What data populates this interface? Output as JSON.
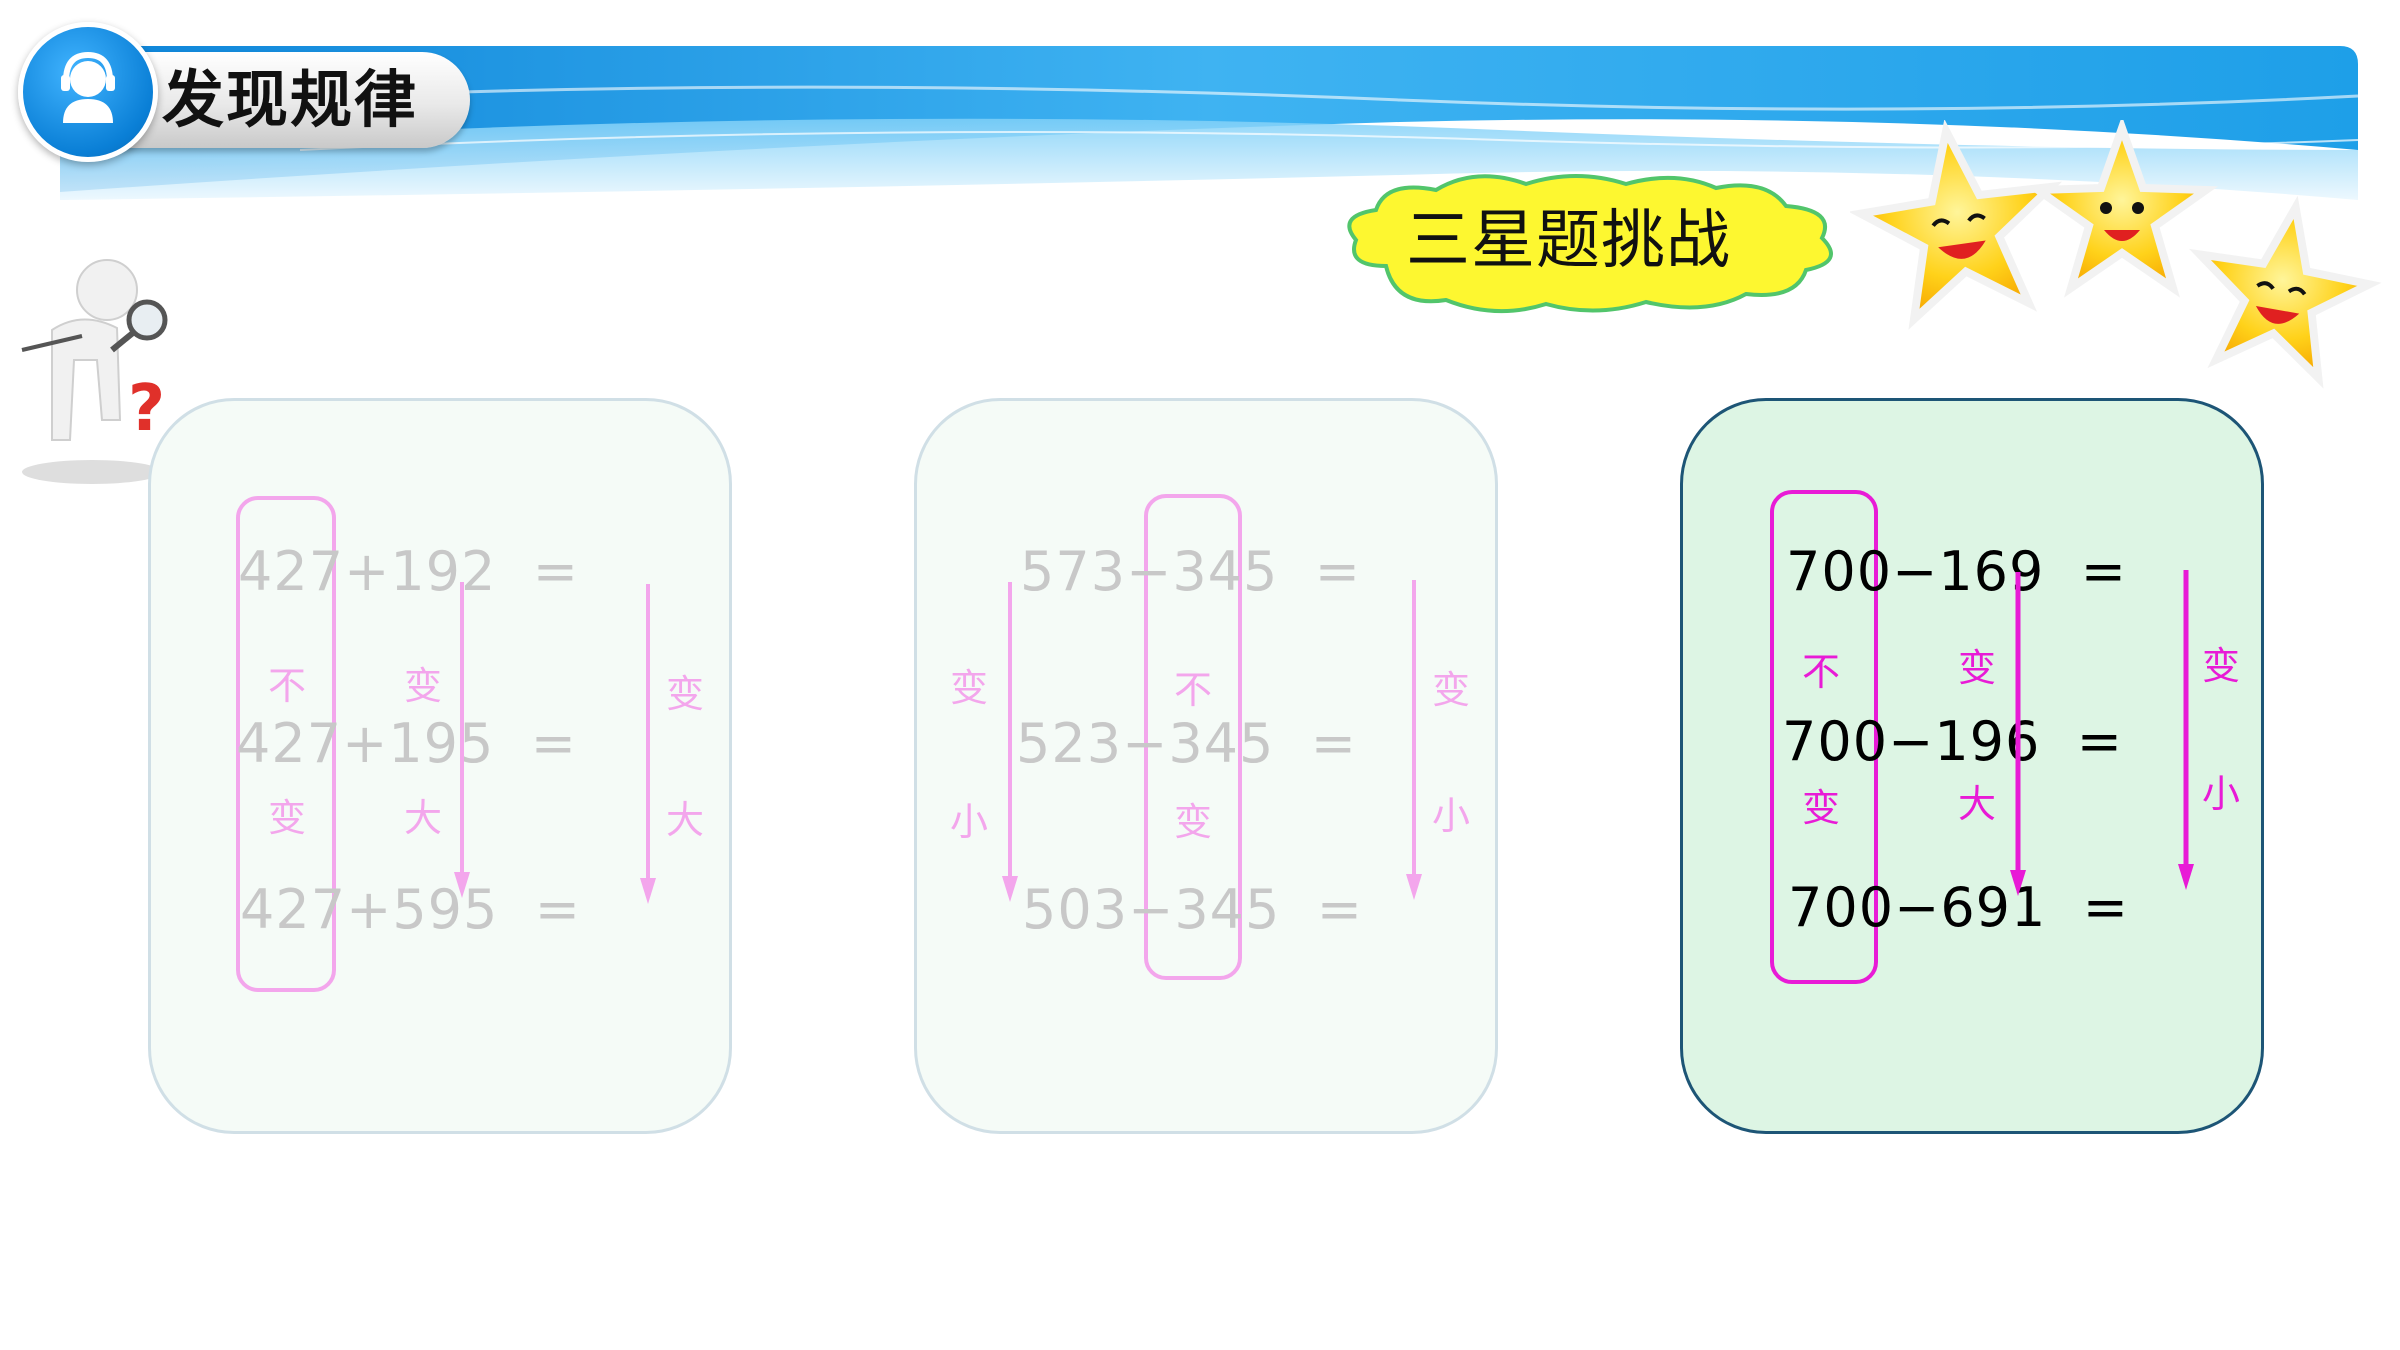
{
  "header": {
    "title": "发现规律",
    "challenge_label": "三星题挑战"
  },
  "colors": {
    "banner_blue": "#1e9fe8",
    "card_active_bg": "#ddf5e4",
    "card_active_border": "#1d5576",
    "magenta": "#e81bd6",
    "faded_magenta": "#f3a6ec"
  },
  "icons": {
    "avatar": "headset-person-icon",
    "thinker": "magnifier-thinker-icon",
    "stars": "smiling-star-icon"
  },
  "cards": [
    {
      "equations": [
        "427+192  =",
        "427+195  =",
        "427+595  ="
      ],
      "box_label": [
        "不",
        "变"
      ],
      "mid_label": [
        "变",
        "大"
      ],
      "right_label": [
        "变",
        "大"
      ]
    },
    {
      "equations": [
        "573−345  =",
        "523−345  =",
        "503−345  ="
      ],
      "left_label": [
        "变",
        "小"
      ],
      "box_label": [
        "不",
        "变"
      ],
      "right_label": [
        "变",
        "小"
      ]
    },
    {
      "equations": [
        "700−169  =",
        "700−196  =",
        "700−691  ="
      ],
      "box_label": [
        "不",
        "变"
      ],
      "mid_label": [
        "变",
        "大"
      ],
      "right_label": [
        "变",
        "小"
      ]
    }
  ]
}
